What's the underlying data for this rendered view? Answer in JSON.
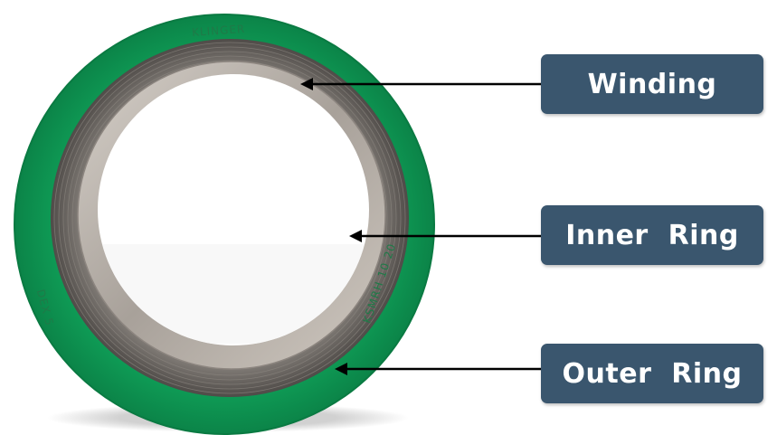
{
  "labels": {
    "winding": "Winding",
    "inner_ring": "Inner  Ring",
    "outer_ring": "Outer  Ring"
  },
  "stamp": {
    "top": "KLINGER",
    "left": "DEX 5",
    "right": "KSMRH 10 20"
  },
  "colors": {
    "outer_ring": "#0e9a55",
    "winding": "#6f6a66",
    "inner_ring": "#b9b2ab",
    "label_bg": "#3a566e",
    "label_text": "#ffffff",
    "arrow": "#000000"
  }
}
